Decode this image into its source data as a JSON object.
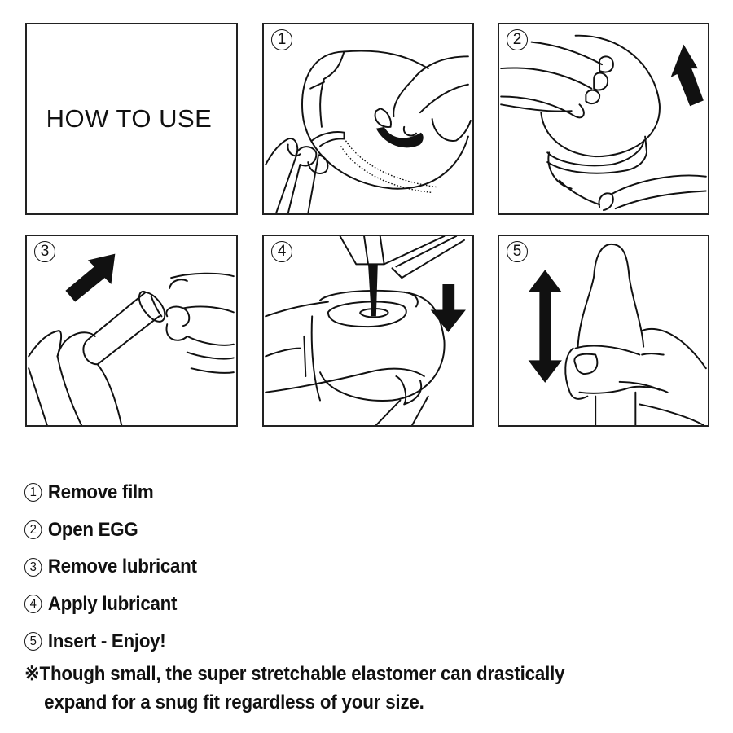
{
  "title_panel": {
    "text": "HOW TO USE"
  },
  "panels": [
    {
      "number": "1",
      "illustration": "remove-film",
      "arrow": "none"
    },
    {
      "number": "2",
      "illustration": "open-egg",
      "arrow": "up-right"
    },
    {
      "number": "3",
      "illustration": "remove-lubricant",
      "arrow": "up-right"
    },
    {
      "number": "4",
      "illustration": "apply-lubricant",
      "arrow": "down"
    },
    {
      "number": "5",
      "illustration": "insert",
      "arrow": "up-down"
    }
  ],
  "steps": [
    {
      "number": "1",
      "label": "Remove film"
    },
    {
      "number": "2",
      "label": "Open EGG"
    },
    {
      "number": "3",
      "label": "Remove lubricant"
    },
    {
      "number": "4",
      "label": "Apply lubricant"
    },
    {
      "number": "5",
      "label": "Insert - Enjoy!"
    }
  ],
  "note": {
    "mark": "※",
    "line1": "Though small, the super stretchable elastomer can drastically",
    "line2": "expand for a snug fit regardless of your size."
  },
  "colors": {
    "line": "#111111",
    "background": "#ffffff"
  }
}
